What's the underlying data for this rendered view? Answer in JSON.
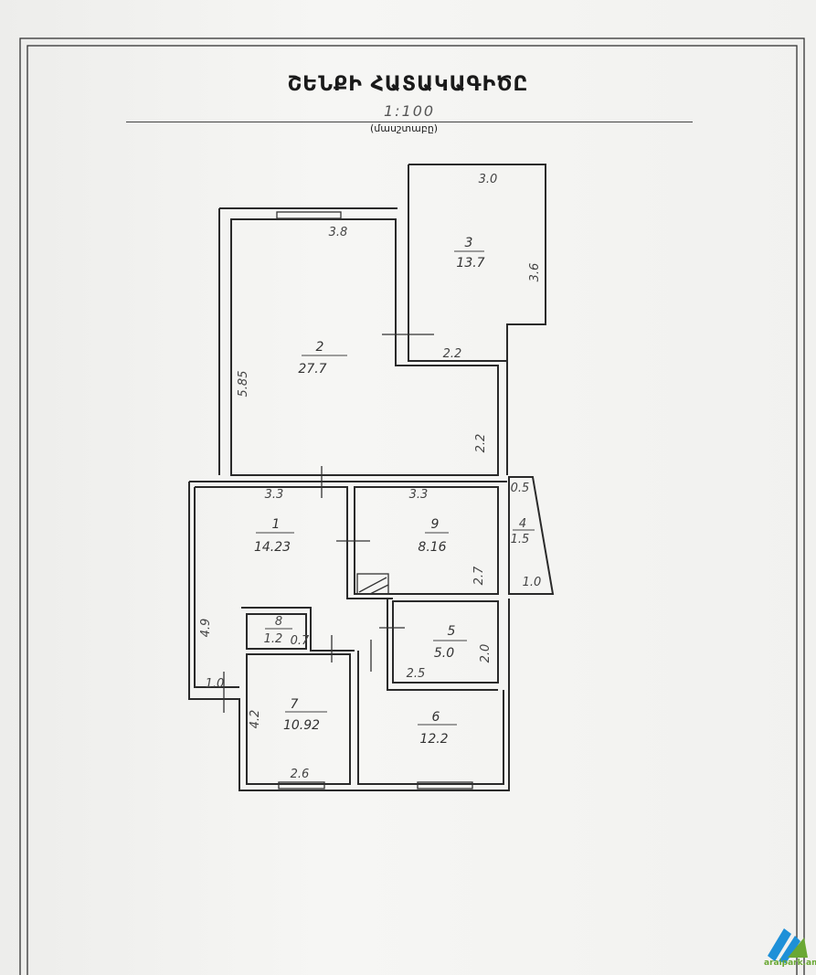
{
  "header": {
    "title": "ՇԵՆՔԻ ՀԱՏԱԿԱԳԻԾԸ",
    "scale": "1:100",
    "scale_caption": "(մասշտաբը)"
  },
  "rooms": [
    {
      "number": "1",
      "area": "14.23"
    },
    {
      "number": "2",
      "area": "27.7"
    },
    {
      "number": "3",
      "area": "13.7"
    },
    {
      "number": "4",
      "area": "1.5"
    },
    {
      "number": "5",
      "area": "5.0"
    },
    {
      "number": "6",
      "area": "12.2"
    },
    {
      "number": "7",
      "area": "10.92"
    },
    {
      "number": "8",
      "area": "1.2"
    },
    {
      "number": "9",
      "area": "8.16"
    }
  ],
  "dimensions": {
    "r2_width": "3.8",
    "r2_length": "5.85",
    "r2_notch": "2.2",
    "r3_width": "3.0",
    "r3_length": "3.6",
    "r3_bottom": "2.2",
    "r1_width": "3.3",
    "r1_length": "4.9",
    "r1_corridor": "1.0",
    "r9_width": "3.3",
    "r9_length": "2.7",
    "r4_top": "0.5",
    "r4_bottom": "1.0",
    "r5_width": "2.5",
    "r5_length": "2.0",
    "r8_width": "0.7",
    "r7_width": "2.6",
    "r7_length": "4.2"
  },
  "watermark": {
    "text": "araipark.am",
    "colors": {
      "blue": "#1e90d8",
      "green": "#6aa834"
    }
  }
}
